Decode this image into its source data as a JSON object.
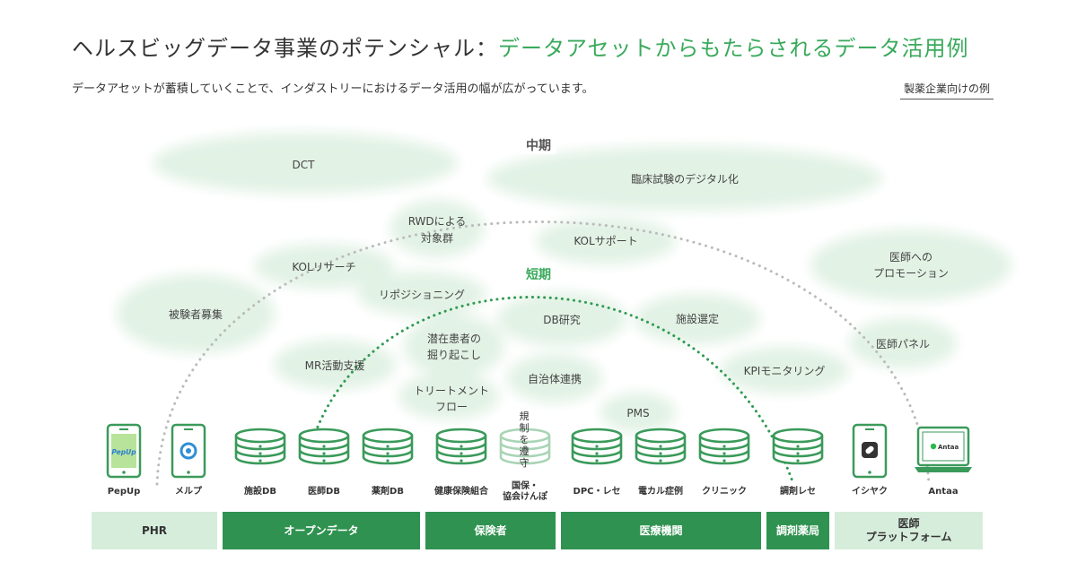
{
  "title": {
    "main": "ヘルスビッグデータ事業のポテンシャル：",
    "accent": "データアセットからもたらされるデータ活用例"
  },
  "subtitle": "データアセットが蓄積していくことで、インダストリーにおけるデータ活用の幅が広がっています。",
  "note": "製薬企業向けの例",
  "arcs": {
    "mid": "中期",
    "short": "短期"
  },
  "use_cases": {
    "dct": "DCT",
    "digital_trials": "臨床試験のデジタル化",
    "rwd_1": "RWDによる",
    "rwd_2": "対象群",
    "kol_support": "KOLサポート",
    "kol_research": "KOLリサーチ",
    "physician_promo_1": "医師への",
    "physician_promo_2": "プロモーション",
    "subject_recruit": "被験者募集",
    "repositioning": "リポジショニング",
    "db_research": "DB研究",
    "site_selection": "施設選定",
    "latent_patients_1": "潜在患者の",
    "latent_patients_2": "掘り起こし",
    "mr_support": "MR活動支援",
    "physician_panel": "医師パネル",
    "municipal": "自治体連携",
    "kpi": "KPIモニタリング",
    "treatment_flow_1": "トリートメント",
    "treatment_flow_2": "フロー",
    "pms": "PMS"
  },
  "sources": {
    "pepup": "PepUp",
    "pepup_logo": "PepUp",
    "melp": "メルプ",
    "facility_db": "施設DB",
    "physician_db": "医師DB",
    "drug_db": "薬剤DB",
    "health_insurance": "健康保険組合",
    "national_1": "国保・",
    "national_2": "協会けんぽ",
    "regulation": "規制を遵守",
    "dpc": "DPC・レセ",
    "emr": "電カル症例",
    "clinic": "クリニック",
    "pharmacy_rece": "調剤レセ",
    "ishiyaku": "イシヤク",
    "antaa": "Antaa",
    "antaa_logo": "Antaa"
  },
  "categories": {
    "phr": "PHR",
    "open_data": "オープンデータ",
    "insurer": "保険者",
    "medical": "医療機関",
    "pharmacy": "調剤薬局",
    "platform_1": "医師",
    "platform_2": "プラットフォーム"
  },
  "colors": {
    "accent": "#3aaa5c",
    "dark_green": "#2f9250",
    "light_green": "#d6eddb",
    "bubble": "#e2f2e5",
    "icon_green": "#3a9a5a",
    "icon_faded": "#a9d4b5",
    "mid_dots": "#bbbbbb"
  }
}
